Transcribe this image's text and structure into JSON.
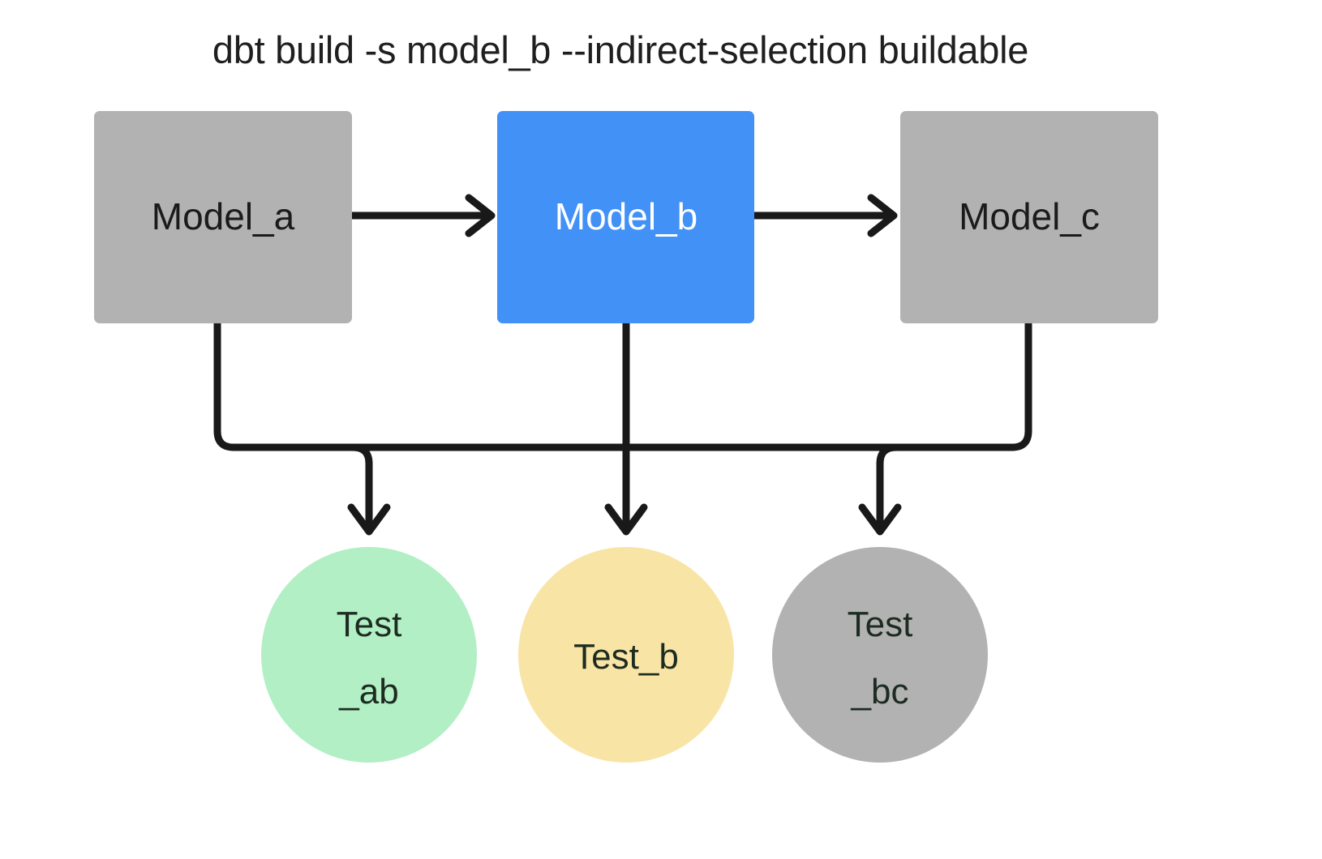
{
  "title": {
    "text": "dbt build -s model_b --indirect-selection buildable"
  },
  "colors": {
    "background": "#ffffff",
    "gray_node": "#b2b2b2",
    "selected_blue": "#4291f7",
    "test_green": "#b2efc5",
    "test_yellow": "#f8e5a6",
    "test_gray": "#b2b2b2",
    "edge": "#191919",
    "text_dark": "#1b1b1b",
    "text_light": "#ffffff"
  },
  "models": [
    {
      "id": "model_a",
      "label": "Model_a",
      "state": "unselected",
      "fill": "#b2b2b2",
      "text_color": "#1b1b1b"
    },
    {
      "id": "model_b",
      "label": "Model_b",
      "state": "selected",
      "fill": "#4291f7",
      "text_color": "#ffffff"
    },
    {
      "id": "model_c",
      "label": "Model_c",
      "state": "unselected",
      "fill": "#b2b2b2",
      "text_color": "#1b1b1b"
    }
  ],
  "tests": [
    {
      "id": "test_ab",
      "label_line1": "Test",
      "label_line2": "_ab",
      "label": "Test_ab",
      "state": "selected-buildable",
      "fill": "#b2efc5"
    },
    {
      "id": "test_b",
      "label_line1": "Test_b",
      "label_line2": "",
      "label": "Test_b",
      "state": "selected",
      "fill": "#f8e5a6"
    },
    {
      "id": "test_bc",
      "label_line1": "Test",
      "label_line2": "_bc",
      "label": "Test_bc",
      "state": "unselected",
      "fill": "#b2b2b2"
    }
  ],
  "edges": [
    {
      "id": "a-to-b",
      "from": "model_a",
      "to": "model_b",
      "kind": "horizontal-arrow"
    },
    {
      "id": "b-to-c",
      "from": "model_b",
      "to": "model_c",
      "kind": "horizontal-arrow"
    },
    {
      "id": "a-to-test_ab",
      "from": "model_a",
      "to": "test_ab",
      "kind": "elbow-arrow"
    },
    {
      "id": "b-to-test_b",
      "from": "model_b",
      "to": "test_b",
      "kind": "vertical-arrow"
    },
    {
      "id": "c-to-test_bc",
      "from": "model_c",
      "to": "test_bc",
      "kind": "elbow-arrow"
    }
  ]
}
